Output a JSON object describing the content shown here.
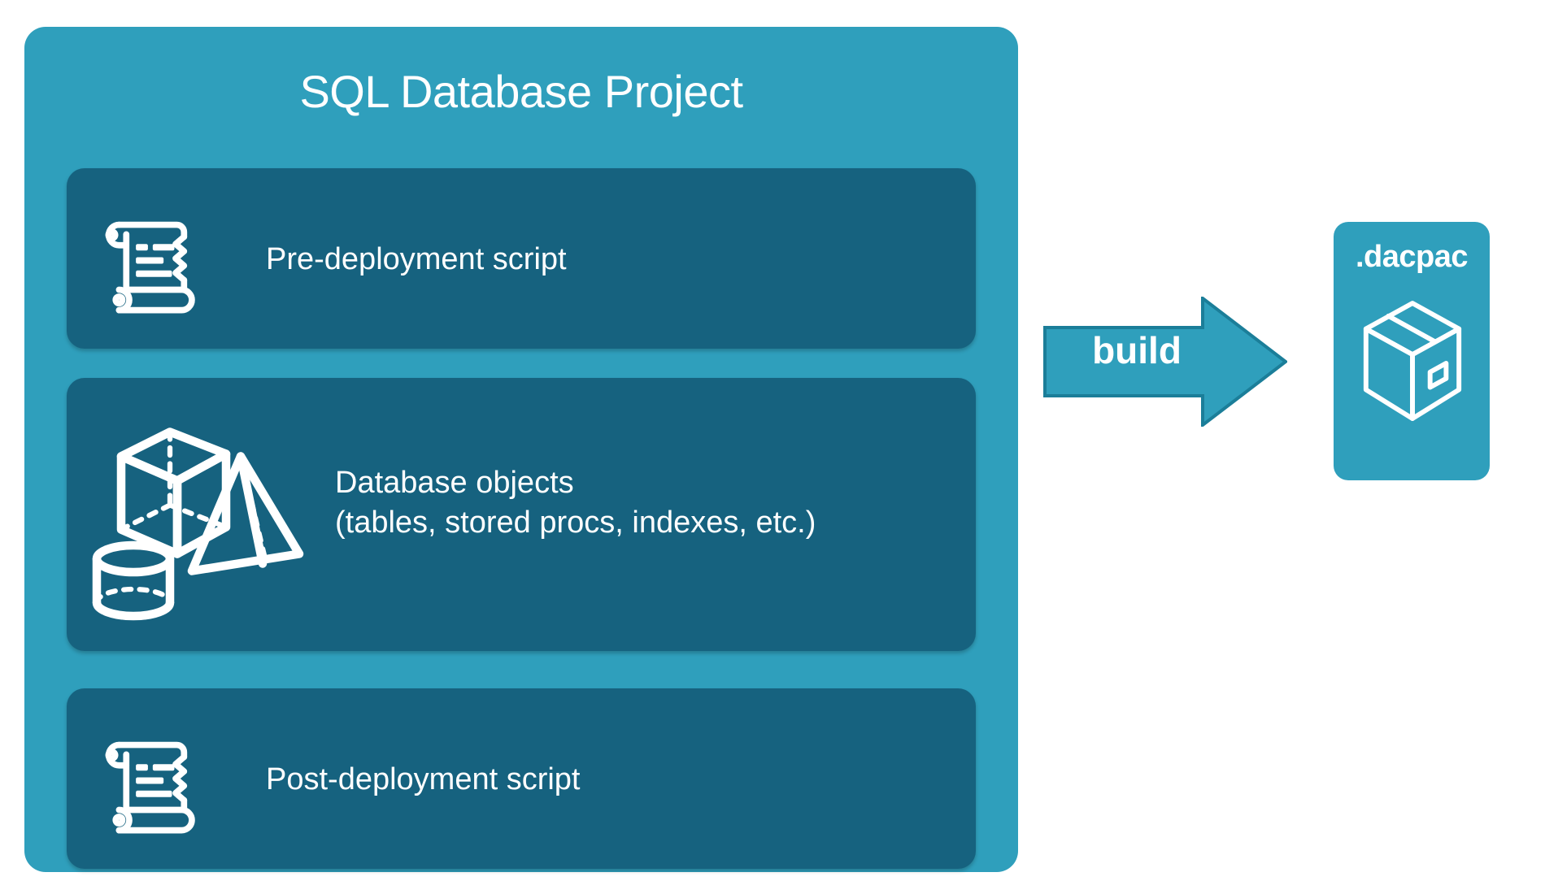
{
  "diagram": {
    "title": "SQL Database Project",
    "colors": {
      "background": "#ffffff",
      "container_teal": "#2f9fbc",
      "card_dark_blue": "#16627f",
      "arrow_fill": "#2f9fbc",
      "arrow_stroke": "#1b7e99",
      "text_white": "#ffffff"
    },
    "project": {
      "title": "SQL Database Project",
      "items": [
        {
          "id": "pre-deployment",
          "label": "Pre-deployment script",
          "icon": "scroll-icon"
        },
        {
          "id": "database-objects",
          "label": "Database objects\n(tables, stored procs, indexes, etc.)",
          "line1": "Database objects",
          "line2": "(tables, stored procs, indexes, etc.)",
          "icon": "3d-shapes-icon",
          "icon_parts": [
            "cube-icon",
            "pyramid-icon",
            "cylinder-icon"
          ]
        },
        {
          "id": "post-deployment",
          "label": "Post-deployment script",
          "icon": "scroll-icon"
        }
      ]
    },
    "arrow": {
      "label": "build",
      "direction": "right",
      "icon": "right-arrow-icon"
    },
    "output": {
      "label": ".dacpac",
      "icon": "package-box-icon"
    }
  }
}
